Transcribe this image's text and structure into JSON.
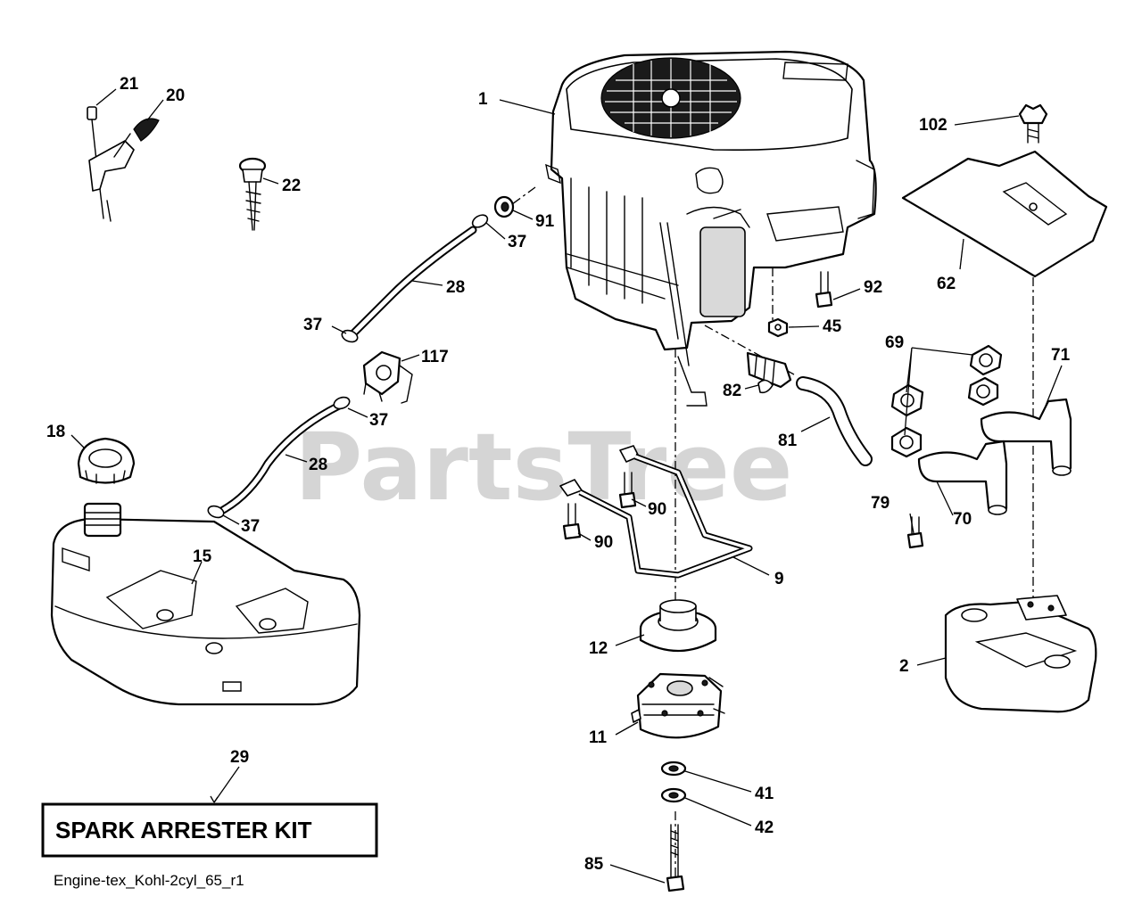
{
  "diagram": {
    "watermark": "PartsTree",
    "kit_box_label": "SPARK ARRESTER KIT",
    "caption": "Engine-tex_Kohl-2cyl_65_r1",
    "callouts": [
      {
        "id": "c1",
        "text": "1"
      },
      {
        "id": "c21",
        "text": "21"
      },
      {
        "id": "c20",
        "text": "20"
      },
      {
        "id": "c22",
        "text": "22"
      },
      {
        "id": "c91",
        "text": "91"
      },
      {
        "id": "c37a",
        "text": "37"
      },
      {
        "id": "c28a",
        "text": "28"
      },
      {
        "id": "c37b",
        "text": "37"
      },
      {
        "id": "c117",
        "text": "117"
      },
      {
        "id": "c37c",
        "text": "37"
      },
      {
        "id": "c28b",
        "text": "28"
      },
      {
        "id": "c37d",
        "text": "37"
      },
      {
        "id": "c18",
        "text": "18"
      },
      {
        "id": "c15",
        "text": "15"
      },
      {
        "id": "c29",
        "text": "29"
      },
      {
        "id": "c102",
        "text": "102"
      },
      {
        "id": "c62",
        "text": "62"
      },
      {
        "id": "c92",
        "text": "92"
      },
      {
        "id": "c45",
        "text": "45"
      },
      {
        "id": "c69",
        "text": "69"
      },
      {
        "id": "c71",
        "text": "71"
      },
      {
        "id": "c82",
        "text": "82"
      },
      {
        "id": "c81",
        "text": "81"
      },
      {
        "id": "c90a",
        "text": "90"
      },
      {
        "id": "c90b",
        "text": "90"
      },
      {
        "id": "c9",
        "text": "9"
      },
      {
        "id": "c79",
        "text": "79"
      },
      {
        "id": "c70",
        "text": "70"
      },
      {
        "id": "c12",
        "text": "12"
      },
      {
        "id": "c11",
        "text": "11"
      },
      {
        "id": "c2",
        "text": "2"
      },
      {
        "id": "c41",
        "text": "41"
      },
      {
        "id": "c42",
        "text": "42"
      },
      {
        "id": "c85",
        "text": "85"
      }
    ]
  }
}
